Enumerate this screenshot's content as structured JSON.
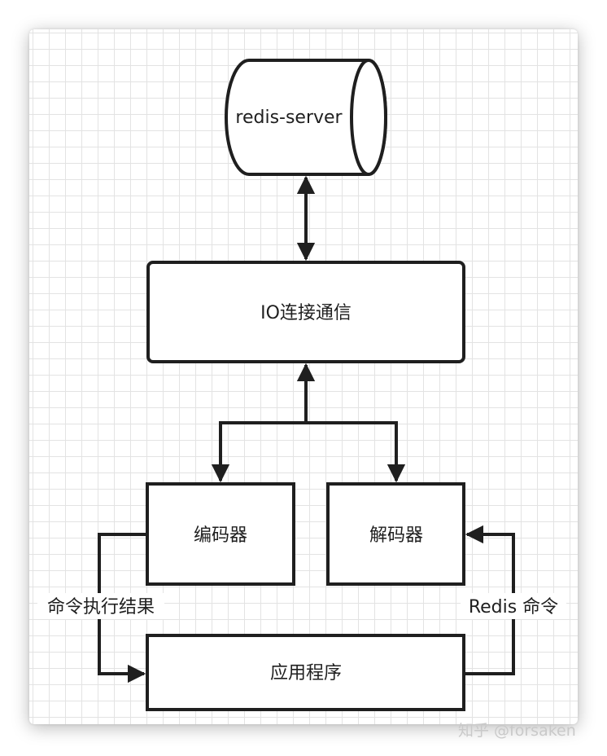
{
  "diagram": {
    "nodes": {
      "redis_server": "redis-server",
      "io": "IO连接通信",
      "encoder": "编码器",
      "decoder": "解码器",
      "app": "应用程序"
    },
    "edge_labels": {
      "command_result": "命令执行结果",
      "redis_command": "Redis 命令"
    }
  },
  "watermark": "知乎 @forsaken",
  "colors": {
    "stroke": "#1f1f1f",
    "grid": "#e3e3e3",
    "watermark": "#c9c9c9"
  }
}
